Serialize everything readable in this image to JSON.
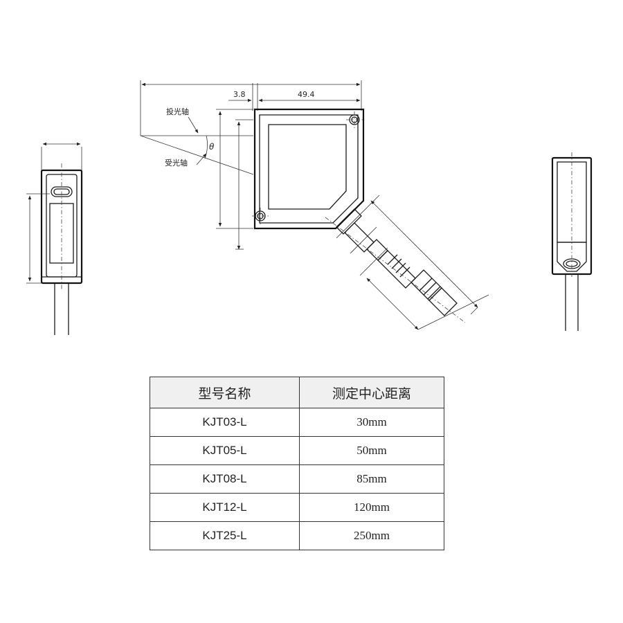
{
  "drawing": {
    "dimensions": {
      "offset": "3.8",
      "width": "49.4"
    },
    "labels": {
      "emit_axis": "投光轴",
      "receive_axis": "受光轴",
      "angle": "θ"
    }
  },
  "table": {
    "headers": [
      "型号名称",
      "测定中心距离"
    ],
    "rows": [
      {
        "model": "KJT03-L",
        "distance": "30mm"
      },
      {
        "model": "KJT05-L",
        "distance": "50mm"
      },
      {
        "model": "KJT08-L",
        "distance": "85mm"
      },
      {
        "model": "KJT12-L",
        "distance": "120mm"
      },
      {
        "model": "KJT25-L",
        "distance": "250mm"
      }
    ]
  }
}
